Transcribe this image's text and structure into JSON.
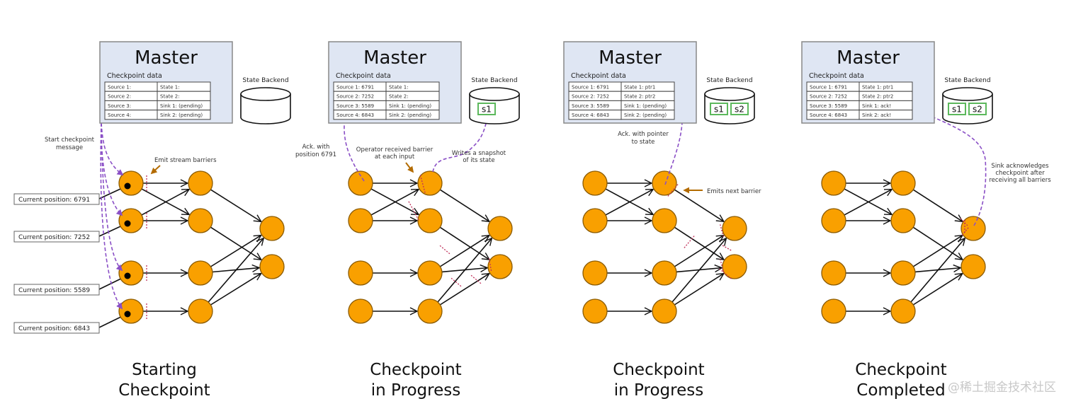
{
  "colors": {
    "master_fill": "#dfe6f3",
    "master_stroke": "#888888",
    "node_fill": "#f9a000",
    "node_stroke": "#8a5a00",
    "edge": "#111111",
    "ack_dashed": "#8a4fc6",
    "barrier": "#c0305a",
    "annotation_arrow": "#b36b00",
    "snapshot_box": "#5cb85c"
  },
  "panels": [
    {
      "id": "starting-checkpoint",
      "caption": [
        "Starting",
        "Checkpoint"
      ],
      "master": {
        "title": "Master",
        "checkpoint_label": "Checkpoint data",
        "table": [
          [
            "Source 1:",
            "State 1:"
          ],
          [
            "Source 2:",
            "State 2:"
          ],
          [
            "Source 3:",
            "Sink 1: (pending)"
          ],
          [
            "Source 4:",
            "Sink 2: (pending)"
          ]
        ]
      },
      "state_backend": {
        "label": "State Backend",
        "snapshots": []
      },
      "annotations": [
        "Start checkpoint message",
        "Emit stream barriers"
      ],
      "positions": [
        "Current position: 6791",
        "Current position: 7252",
        "Current position: 5589",
        "Current position: 6843"
      ]
    },
    {
      "id": "checkpoint-in-progress-1",
      "caption": [
        "Checkpoint",
        "in Progress"
      ],
      "master": {
        "title": "Master",
        "checkpoint_label": "Checkpoint data",
        "table": [
          [
            "Source 1: 6791",
            "State 1:"
          ],
          [
            "Source 2: 7252",
            "State 2:"
          ],
          [
            "Source 3: 5589",
            "Sink 1: (pending)"
          ],
          [
            "Source 4: 6843",
            "Sink 2: (pending)"
          ]
        ]
      },
      "state_backend": {
        "label": "State Backend",
        "snapshots": [
          "s1"
        ]
      },
      "annotations": [
        "Ack. with position 6791",
        "Operator received barrier at each input",
        "Writes a snapshot of its state"
      ]
    },
    {
      "id": "checkpoint-in-progress-2",
      "caption": [
        "Checkpoint",
        "in Progress"
      ],
      "master": {
        "title": "Master",
        "checkpoint_label": "Checkpoint data",
        "table": [
          [
            "Source 1: 6791",
            "State 1: ptr1"
          ],
          [
            "Source 2: 7252",
            "State 2: ptr2"
          ],
          [
            "Source 3: 5589",
            "Sink 1: (pending)"
          ],
          [
            "Source 4: 6843",
            "Sink 2: (pending)"
          ]
        ]
      },
      "state_backend": {
        "label": "State Backend",
        "snapshots": [
          "s1",
          "s2"
        ]
      },
      "annotations": [
        "Ack. with pointer to state",
        "Emits next barrier"
      ]
    },
    {
      "id": "checkpoint-completed",
      "caption": [
        "Checkpoint",
        "Completed"
      ],
      "master": {
        "title": "Master",
        "checkpoint_label": "Checkpoint data",
        "table": [
          [
            "Source 1: 6791",
            "State 1: ptr1"
          ],
          [
            "Source 2: 7252",
            "State 2: ptr2"
          ],
          [
            "Source 3: 5589",
            "Sink 1: ack!"
          ],
          [
            "Source 4: 6843",
            "Sink 2: ack!"
          ]
        ]
      },
      "state_backend": {
        "label": "State Backend",
        "snapshots": [
          "s1",
          "s2"
        ]
      },
      "annotations": [
        "Sink acknowledges checkpoint after receiving all barriers"
      ]
    }
  ],
  "watermark": "@稀土掘金技术社区"
}
